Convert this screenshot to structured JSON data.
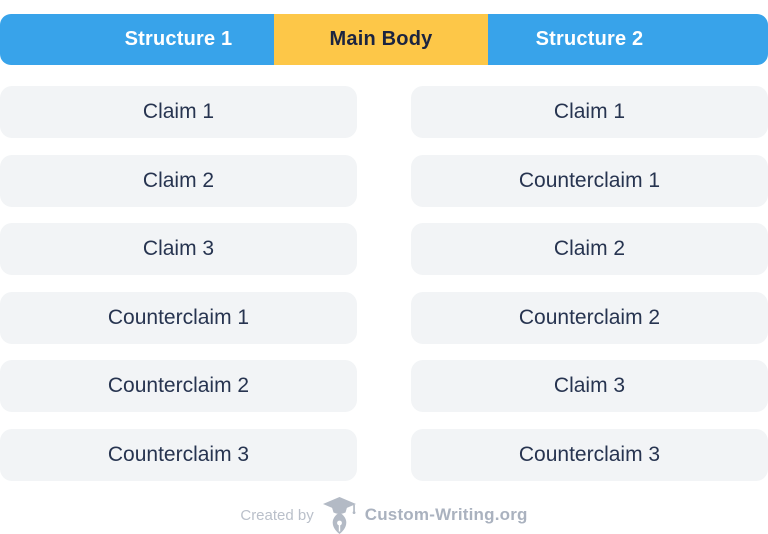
{
  "header": {
    "left_label": "Structure 1",
    "center_label": "Main Body",
    "right_label": "Structure 2"
  },
  "columns": {
    "left": {
      "title": "Structure 1",
      "rows": [
        "Claim 1",
        "Claim 2",
        "Claim 3",
        "Counterclaim 1",
        "Counterclaim 2",
        "Counterclaim 3"
      ]
    },
    "right": {
      "title": "Structure 2",
      "rows": [
        "Claim 1",
        "Counterclaim 1",
        "Claim 2",
        "Counterclaim 2",
        "Claim 3",
        "Counterclaim 3"
      ]
    }
  },
  "footer": {
    "created_by": "Created by",
    "brand": "Custom-Writing.org",
    "logo_icon": "graduation-cap-pen-icon"
  },
  "colors": {
    "header_blue": "#38a3ea",
    "header_yellow": "#fdc748",
    "header_text_light": "#ffffff",
    "header_text_dark": "#1b2440",
    "box_background": "#f2f4f6",
    "box_text": "#273450",
    "footer_gray": "#b3bac5",
    "background": "#ffffff"
  }
}
